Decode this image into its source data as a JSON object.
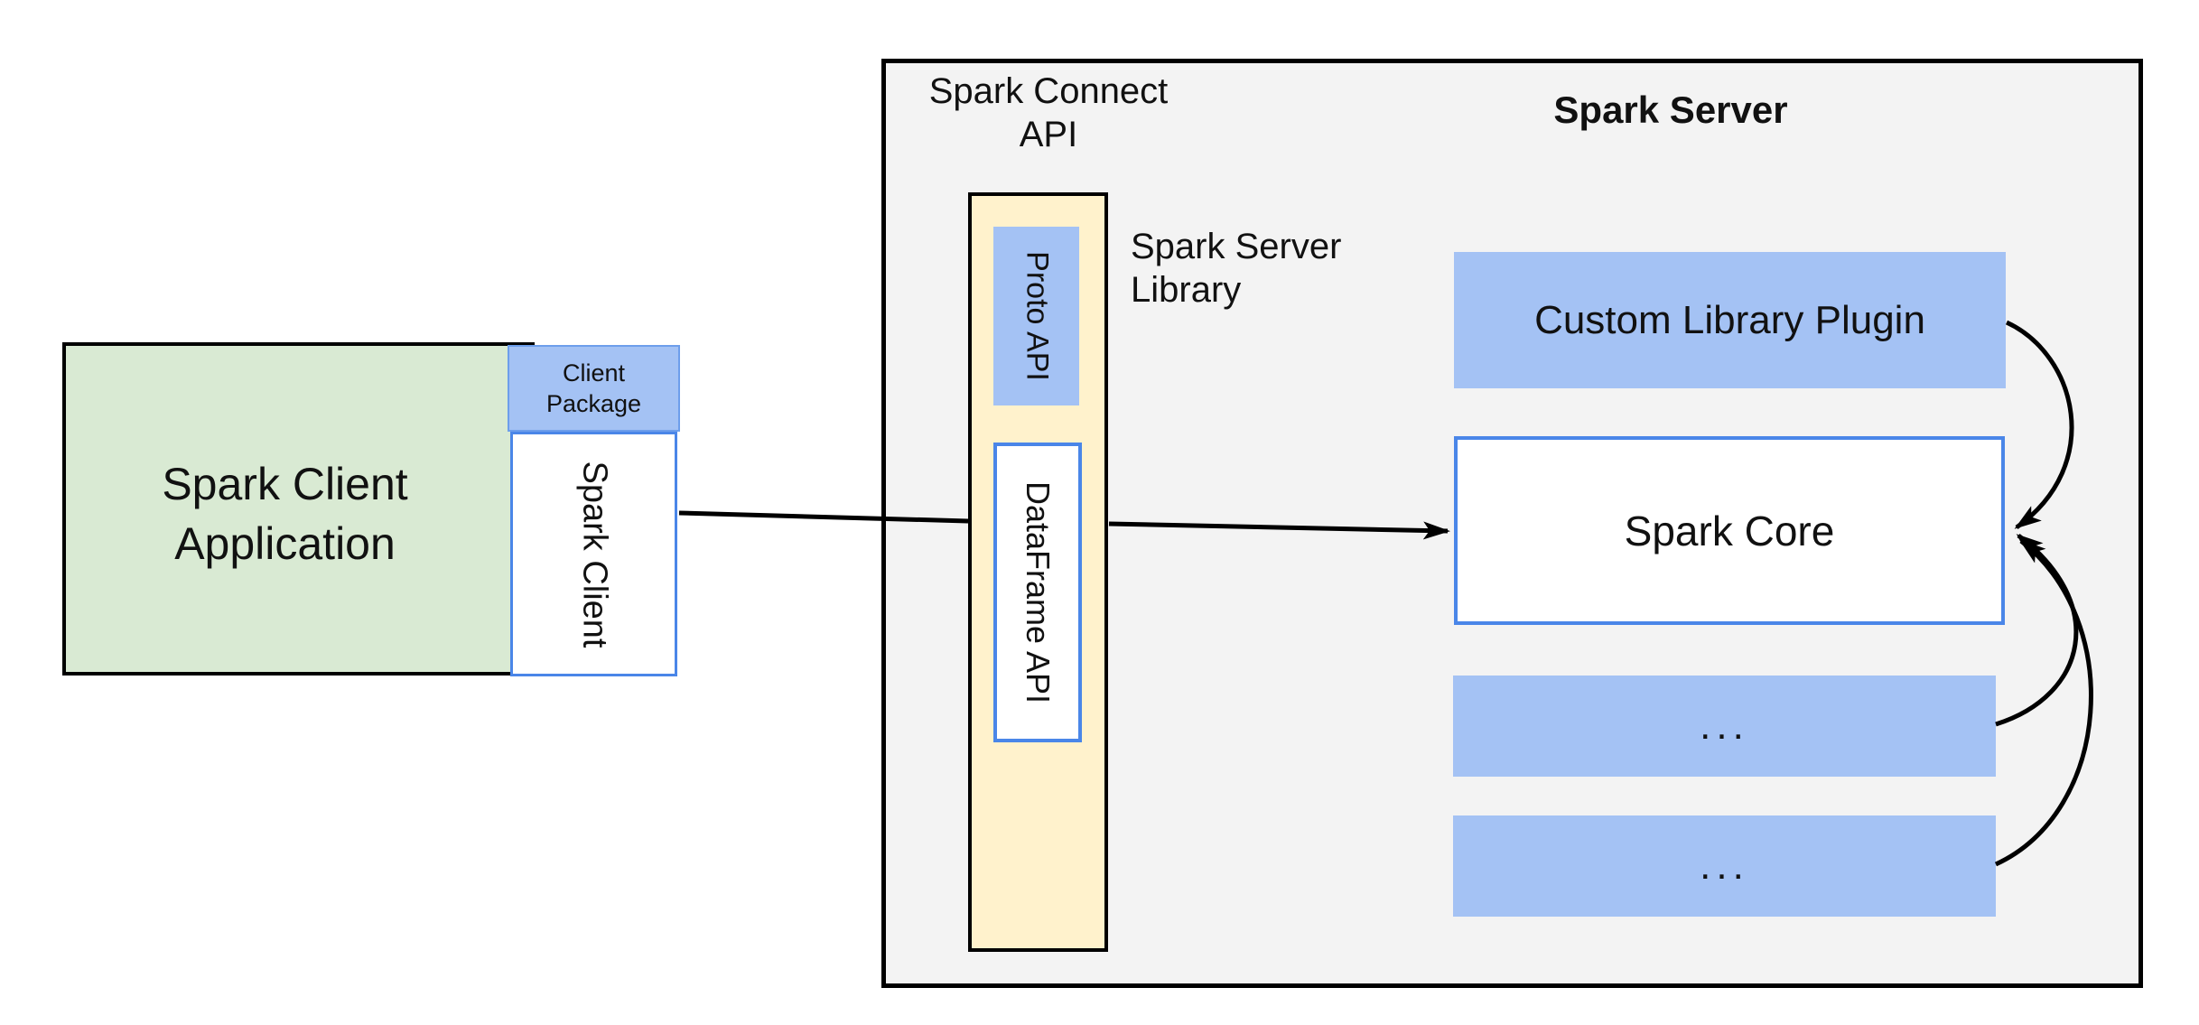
{
  "diagram": {
    "client_application": {
      "label": "Spark Client Application"
    },
    "client_package": {
      "label": "Client Package"
    },
    "spark_client": {
      "label": "Spark Client"
    },
    "spark_connect_api": {
      "title": "Spark Connect API"
    },
    "spark_server_library": {
      "label": "Spark Server Library"
    },
    "proto_api": {
      "label": "Proto API"
    },
    "dataframe_api": {
      "label": "DataFrame API"
    },
    "spark_server": {
      "title": "Spark Server"
    },
    "custom_library_plugin": {
      "label": "Custom Library Plugin"
    },
    "spark_core": {
      "label": "Spark Core"
    },
    "more_components_1": {
      "label": "..."
    },
    "more_components_2": {
      "label": "..."
    },
    "colors": {
      "client_app_fill": "#d9ead3",
      "accent_blue_fill": "#a4c2f4",
      "library_yellow_fill": "#fff2cc",
      "blue_border": "#4a86e8",
      "panel_fill": "#f3f3f3",
      "connector": "#000000"
    }
  }
}
